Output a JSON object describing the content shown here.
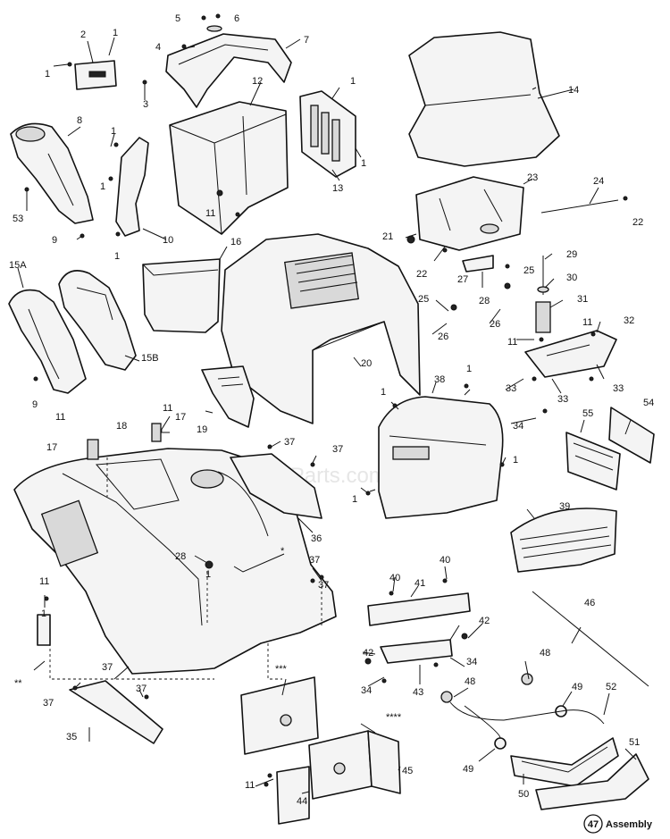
{
  "watermark": "eReplacementParts.com",
  "assembly": {
    "number": "47",
    "text": "Assembly"
  },
  "labels": {
    "l1a": "1",
    "l1b": "1",
    "l1c": "1",
    "l1d": "1",
    "l1e": "1",
    "l1f": "1",
    "l1g": "1",
    "l1h": "1",
    "l1i": "1",
    "l1j": "1",
    "l1k": "1",
    "l1l": "1",
    "l1m": "1",
    "l2": "2",
    "l3": "3",
    "l4": "4",
    "l5": "5",
    "l6": "6",
    "l7": "7",
    "l8": "8",
    "l9a": "9",
    "l9b": "9",
    "l10": "10",
    "l11a": "11",
    "l11b": "11",
    "l11c": "11",
    "l11d": "11",
    "l11e": "11",
    "l11f": "11",
    "l11g": "11",
    "l12": "12",
    "l13": "13",
    "l14": "14",
    "l15a": "15A",
    "l15b": "15B",
    "l16": "16",
    "l17a": "17",
    "l17b": "17",
    "l18": "18",
    "l19": "19",
    "l20": "20",
    "l21": "21",
    "l22a": "22",
    "l22b": "22",
    "l23": "23",
    "l24": "24",
    "l25a": "25",
    "l25b": "25",
    "l26a": "26",
    "l26b": "26",
    "l27": "27",
    "l28a": "28",
    "l28b": "28",
    "l29": "29",
    "l30": "30",
    "l31": "31",
    "l32": "32",
    "l33a": "33",
    "l33b": "33",
    "l33c": "33",
    "l34a": "34",
    "l34b": "34",
    "l34c": "34",
    "l35": "35",
    "l36": "36",
    "l37a": "37",
    "l37b": "37",
    "l37c": "37",
    "l37d": "37",
    "l37e": "37",
    "l37f": "37",
    "l37g": "37",
    "l38": "38",
    "l39": "39",
    "l40a": "40",
    "l40b": "40",
    "l41": "41",
    "l42a": "42",
    "l42b": "42",
    "l43": "43",
    "l44": "44",
    "l45": "45",
    "l46": "46",
    "l48a": "48",
    "l48b": "48",
    "l49a": "49",
    "l49b": "49",
    "l50": "50",
    "l51": "51",
    "l52": "52",
    "l53": "53",
    "l54": "54",
    "l55": "55",
    "star1": "*",
    "star2": "**",
    "star3": "***",
    "star4": "****"
  }
}
